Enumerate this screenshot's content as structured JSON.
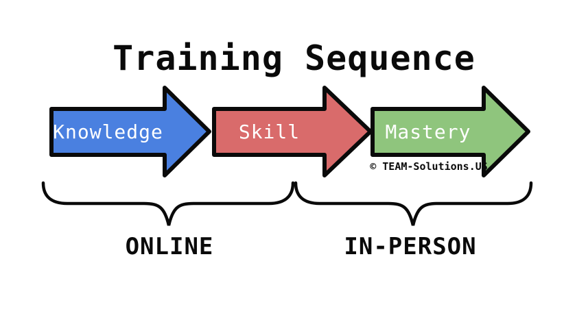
{
  "title": "Training Sequence",
  "arrows": [
    {
      "label": "Knowledge",
      "color": "#4a80e0"
    },
    {
      "label": "Skill",
      "color": "#d96b6b"
    },
    {
      "label": "Mastery",
      "color": "#8fc57d"
    }
  ],
  "copyright": "© TEAM-Solutions.US",
  "groups": [
    {
      "label": "ONLINE"
    },
    {
      "label": "IN-PERSON"
    }
  ],
  "colors": {
    "background": "#ffffff",
    "outline": "#0a0a0a",
    "arrow_text": "#ffffff",
    "heading_text": "#0a0a0a"
  }
}
